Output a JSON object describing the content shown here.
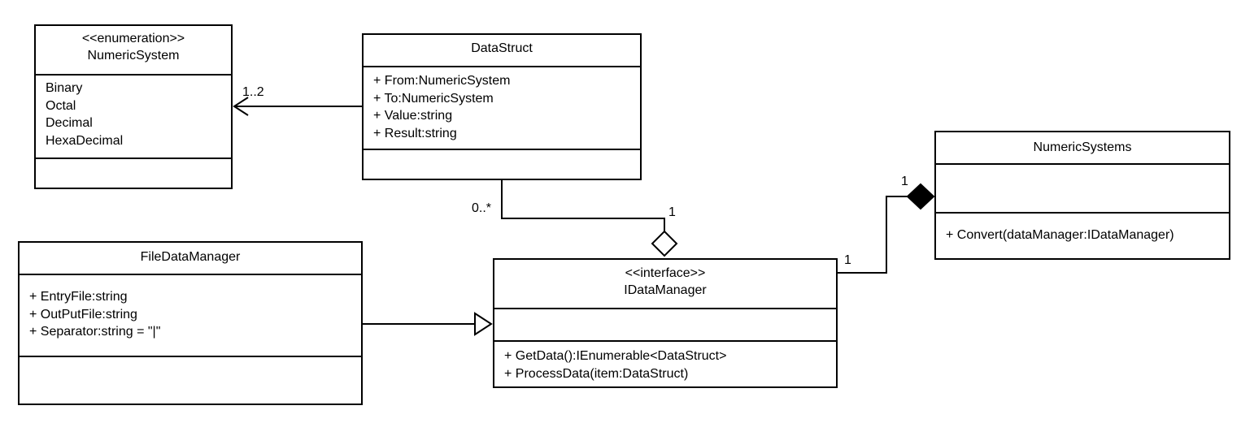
{
  "classes": {
    "numeric_system": {
      "stereotype": "<<enumeration>>",
      "name": "NumericSystem",
      "attributes": [
        "Binary",
        "Octal",
        "Decimal",
        "HexaDecimal"
      ]
    },
    "data_struct": {
      "name": "DataStruct",
      "attributes": [
        "+ From:NumericSystem",
        "+ To:NumericSystem",
        "+ Value:string",
        "+ Result:string"
      ]
    },
    "numeric_systems": {
      "name": "NumericSystems",
      "operations": [
        "+ Convert(dataManager:IDataManager)"
      ]
    },
    "file_data_manager": {
      "name": "FileDataManager",
      "attributes": [
        "+ EntryFile:string",
        "+ OutPutFile:string",
        "+ Separator:string = \"|\""
      ]
    },
    "idata_manager": {
      "stereotype": "<<interface>>",
      "name": "IDataManager",
      "operations": [
        "+ GetData():IEnumerable<DataStruct>",
        "+ ProcessData(item:DataStruct)"
      ]
    }
  },
  "multiplicities": {
    "datastruct_to_enum": "1..2",
    "aggregation_datastruct_end": "0..*",
    "aggregation_interface_end": "1",
    "composition_whole_end": "1",
    "composition_part_end": "1"
  },
  "relationships": [
    {
      "type": "association",
      "from": "DataStruct",
      "to": "NumericSystem"
    },
    {
      "type": "aggregation",
      "from": "DataStruct",
      "to": "IDataManager"
    },
    {
      "type": "composition",
      "from": "IDataManager",
      "to": "NumericSystems"
    },
    {
      "type": "realization",
      "from": "FileDataManager",
      "to": "IDataManager"
    }
  ]
}
